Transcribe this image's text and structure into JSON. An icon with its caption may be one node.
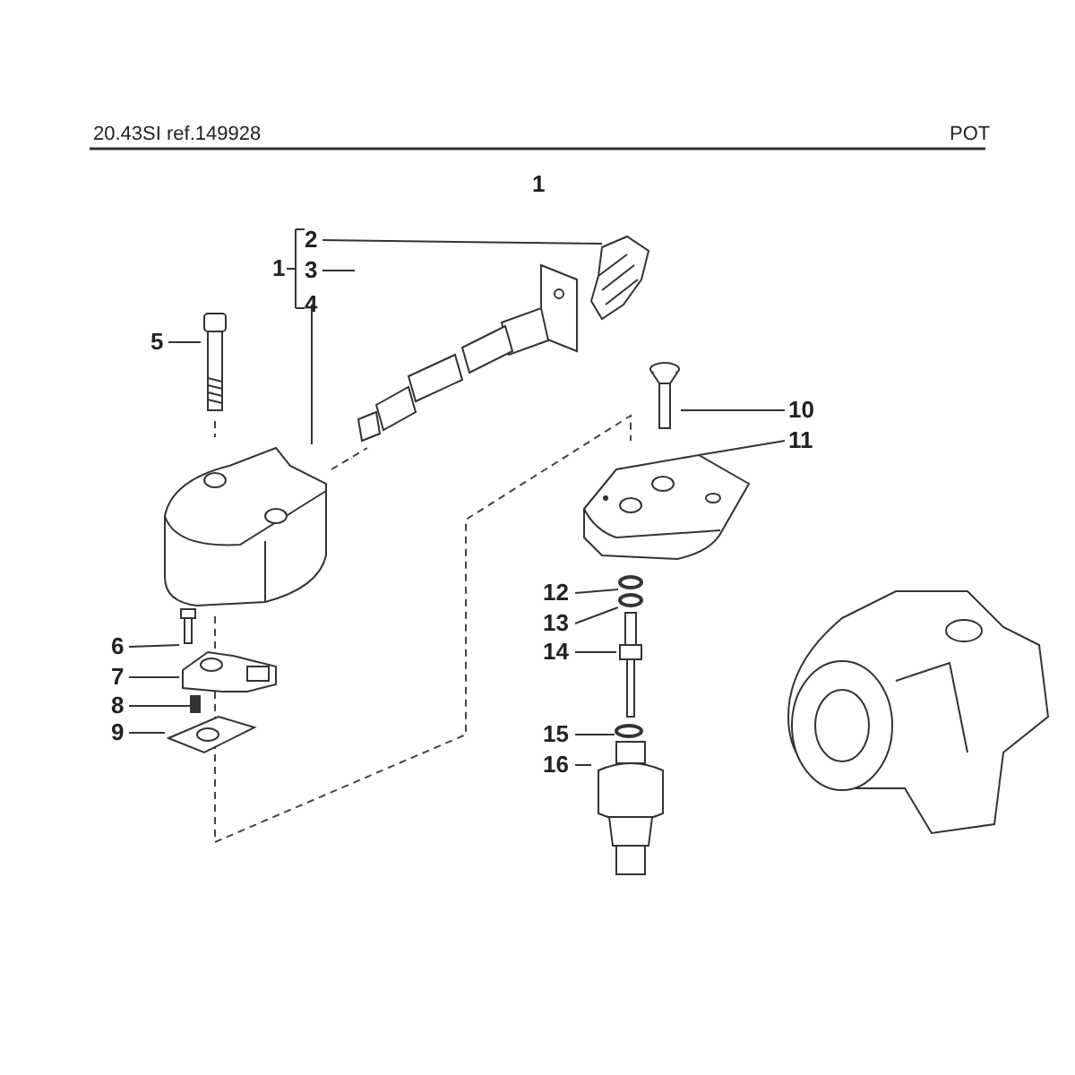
{
  "diagram": {
    "nodes": [
      {
        "text": [
          "2"
        ]
      },
      {
        "text": [
          "3"
        ]
      },
      {
        "text": [
          "4"
        ]
      },
      {
        "text": [
          "5"
        ]
      },
      {
        "text": [
          "6"
        ]
      },
      {
        "text": [
          "7"
        ]
      },
      {
        "text": [
          "8"
        ]
      },
      {
        "text": [
          "9"
        ]
      },
      {
        "text": [
          "10"
        ]
      },
      {
        "text": [
          "11"
        ]
      },
      {
        "text": [
          "12"
        ]
      },
      {
        "text": [
          "13"
        ]
      },
      {
        "text": [
          "14"
        ]
      },
      {
        "text": [
          "15"
        ]
      },
      {
        "text": [
          "16"
        ]
      },
      {
        "text": [],
        "shape": "picture"
      },
      {
        "text": [],
        "shape": "picture"
      },
      {
        "text": [],
        "shape": "picture"
      },
      {
        "text": [],
        "shape": "picture"
      },
      {
        "text": [],
        "shape": "picture"
      },
      {
        "text": [],
        "shape": "picture"
      },
      {
        "text": [],
        "shape": "bar"
      },
      {
        "text": [],
        "shape": "picture"
      },
      {
        "text": [],
        "shape": "picture"
      },
      {
        "text": [],
        "shape": "picture"
      },
      {
        "text": [],
        "shape": "circle"
      },
      {
        "text": [],
        "shape": "circle"
      },
      {
        "text": [],
        "shape": "picture"
      },
      {
        "text": [],
        "shape": "circle"
      },
      {
        "text": [],
        "shape": "picture"
      }
    ],
    "edges": [
      {
        "from": 0,
        "to": 15,
        "arrow": "none"
      },
      {
        "from": 1,
        "to": 16,
        "arrow": "none"
      },
      {
        "from": 2,
        "to": 17,
        "arrow": "none"
      },
      {
        "from": 3,
        "to": 18,
        "arrow": "none"
      },
      {
        "from": 4,
        "to": 19,
        "arrow": "none"
      },
      {
        "from": 5,
        "to": 20,
        "arrow": "none"
      },
      {
        "from": 6,
        "to": 21,
        "arrow": "none"
      },
      {
        "from": 7,
        "to": 22,
        "arrow": "none"
      },
      {
        "from": 8,
        "to": 23,
        "arrow": "none"
      },
      {
        "from": 9,
        "to": 24,
        "arrow": "none"
      },
      {
        "from": 10,
        "to": 25,
        "arrow": "none"
      },
      {
        "from": 11,
        "to": 26,
        "arrow": "none"
      },
      {
        "from": 12,
        "to": 27,
        "arrow": "none"
      },
      {
        "from": 13,
        "to": 28,
        "arrow": "none"
      },
      {
        "from": 14,
        "to": 29,
        "arrow": "none"
      }
    ],
    "labels": [
      "20.43SI ref.149928",
      "POT",
      "1",
      "1"
    ]
  }
}
